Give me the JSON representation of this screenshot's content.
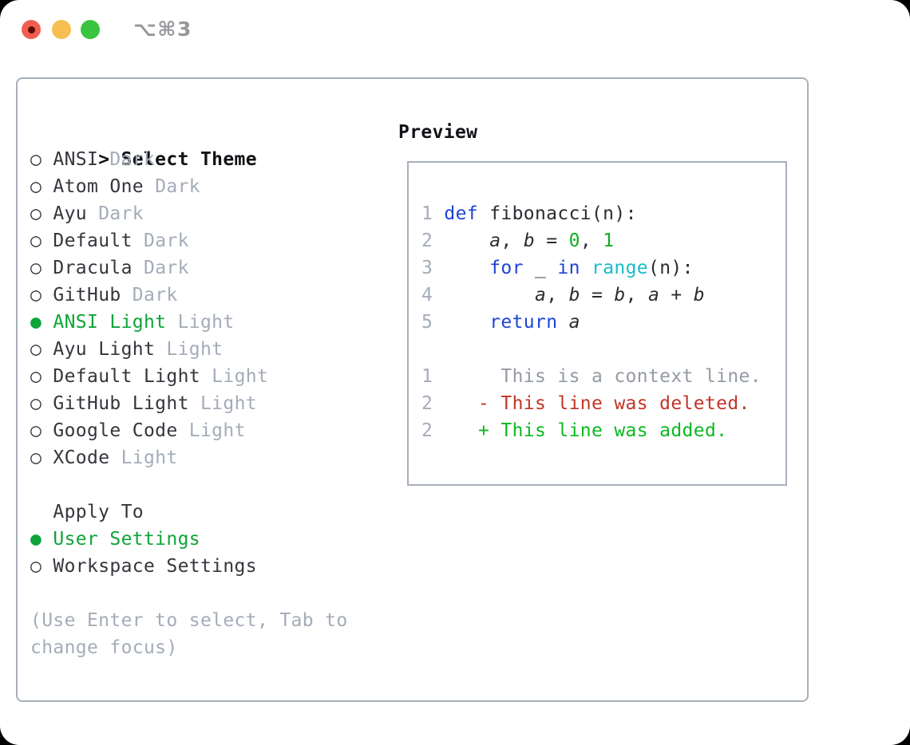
{
  "window": {
    "title": "⌥⌘3",
    "traffic_lights": [
      {
        "name": "close",
        "color": "#f15e51"
      },
      {
        "name": "minimize",
        "color": "#f6bf4f"
      },
      {
        "name": "zoom",
        "color": "#3ac440"
      }
    ]
  },
  "theme_section": {
    "prompt": ">",
    "header": "Select Theme",
    "themes": [
      {
        "label": "ANSI",
        "variant": "Dark",
        "selected": false
      },
      {
        "label": "Atom One",
        "variant": "Dark",
        "selected": false
      },
      {
        "label": "Ayu",
        "variant": "Dark",
        "selected": false
      },
      {
        "label": "Default",
        "variant": "Dark",
        "selected": false
      },
      {
        "label": "Dracula",
        "variant": "Dark",
        "selected": false
      },
      {
        "label": "GitHub",
        "variant": "Dark",
        "selected": false
      },
      {
        "label": "ANSI Light",
        "variant": "Light",
        "selected": true
      },
      {
        "label": "Ayu Light",
        "variant": "Light",
        "selected": false
      },
      {
        "label": "Default Light",
        "variant": "Light",
        "selected": false
      },
      {
        "label": "GitHub Light",
        "variant": "Light",
        "selected": false
      },
      {
        "label": "Google Code",
        "variant": "Light",
        "selected": false
      },
      {
        "label": "XCode",
        "variant": "Light",
        "selected": false
      }
    ]
  },
  "apply_section": {
    "header": "Apply To",
    "options": [
      {
        "label": "User Settings",
        "selected": true
      },
      {
        "label": "Workspace Settings",
        "selected": false
      }
    ]
  },
  "footer": {
    "lines": [
      "(Use Enter to select, Tab to",
      "change focus)"
    ]
  },
  "preview": {
    "header": "Preview",
    "lines": [
      {
        "name": "code-line-1",
        "ln": "1",
        "tokens": [
          [
            "def",
            "kw"
          ],
          [
            " fibonacci(n):",
            "pl"
          ]
        ]
      },
      {
        "name": "code-line-2",
        "ln": "2",
        "tokens": [
          [
            "    ",
            "pl"
          ],
          [
            "a",
            "vr"
          ],
          [
            ", ",
            "pl"
          ],
          [
            "b",
            "vr"
          ],
          [
            " = ",
            "pl"
          ],
          [
            "0",
            "num"
          ],
          [
            ", ",
            "pl"
          ],
          [
            "1",
            "num"
          ]
        ]
      },
      {
        "name": "code-line-3",
        "ln": "3",
        "tokens": [
          [
            "    ",
            "pl"
          ],
          [
            "for",
            "kw"
          ],
          [
            " _ ",
            "pl"
          ],
          [
            "in",
            "kw"
          ],
          [
            " ",
            "pl"
          ],
          [
            "range",
            "fn"
          ],
          [
            "(n):",
            "pl"
          ]
        ]
      },
      {
        "name": "code-line-4",
        "ln": "4",
        "tokens": [
          [
            "        ",
            "pl"
          ],
          [
            "a",
            "vr"
          ],
          [
            ", ",
            "pl"
          ],
          [
            "b",
            "vr"
          ],
          [
            " = ",
            "pl"
          ],
          [
            "b",
            "vr"
          ],
          [
            ", ",
            "pl"
          ],
          [
            "a",
            "vr"
          ],
          [
            " + ",
            "pl"
          ],
          [
            "b",
            "vr"
          ]
        ]
      },
      {
        "name": "code-line-5",
        "ln": "5",
        "tokens": [
          [
            "    ",
            "pl"
          ],
          [
            "return",
            "kw"
          ],
          [
            " ",
            "pl"
          ],
          [
            "a",
            "vr"
          ]
        ]
      },
      {
        "name": "blank-line",
        "ln": "",
        "tokens": []
      },
      {
        "name": "diff-context-line",
        "ln": "1",
        "tokens": [
          [
            "     This is a context line.",
            "ctx"
          ]
        ]
      },
      {
        "name": "diff-deleted-line",
        "ln": "2",
        "tokens": [
          [
            "   - This line was deleted.",
            "del"
          ]
        ]
      },
      {
        "name": "diff-added-line",
        "ln": "2",
        "tokens": [
          [
            "   + This line was added.",
            "add"
          ]
        ]
      }
    ]
  },
  "colors": {
    "accent_green": "#0fa439",
    "keyword_blue": "#1e44d3",
    "function_cyan": "#16bccb",
    "number_green": "#0ead21",
    "deleted_red": "#c13627",
    "added_green": "#0cb922",
    "muted_gray": "#a4acb9",
    "border_gray": "#a8b0ba"
  }
}
